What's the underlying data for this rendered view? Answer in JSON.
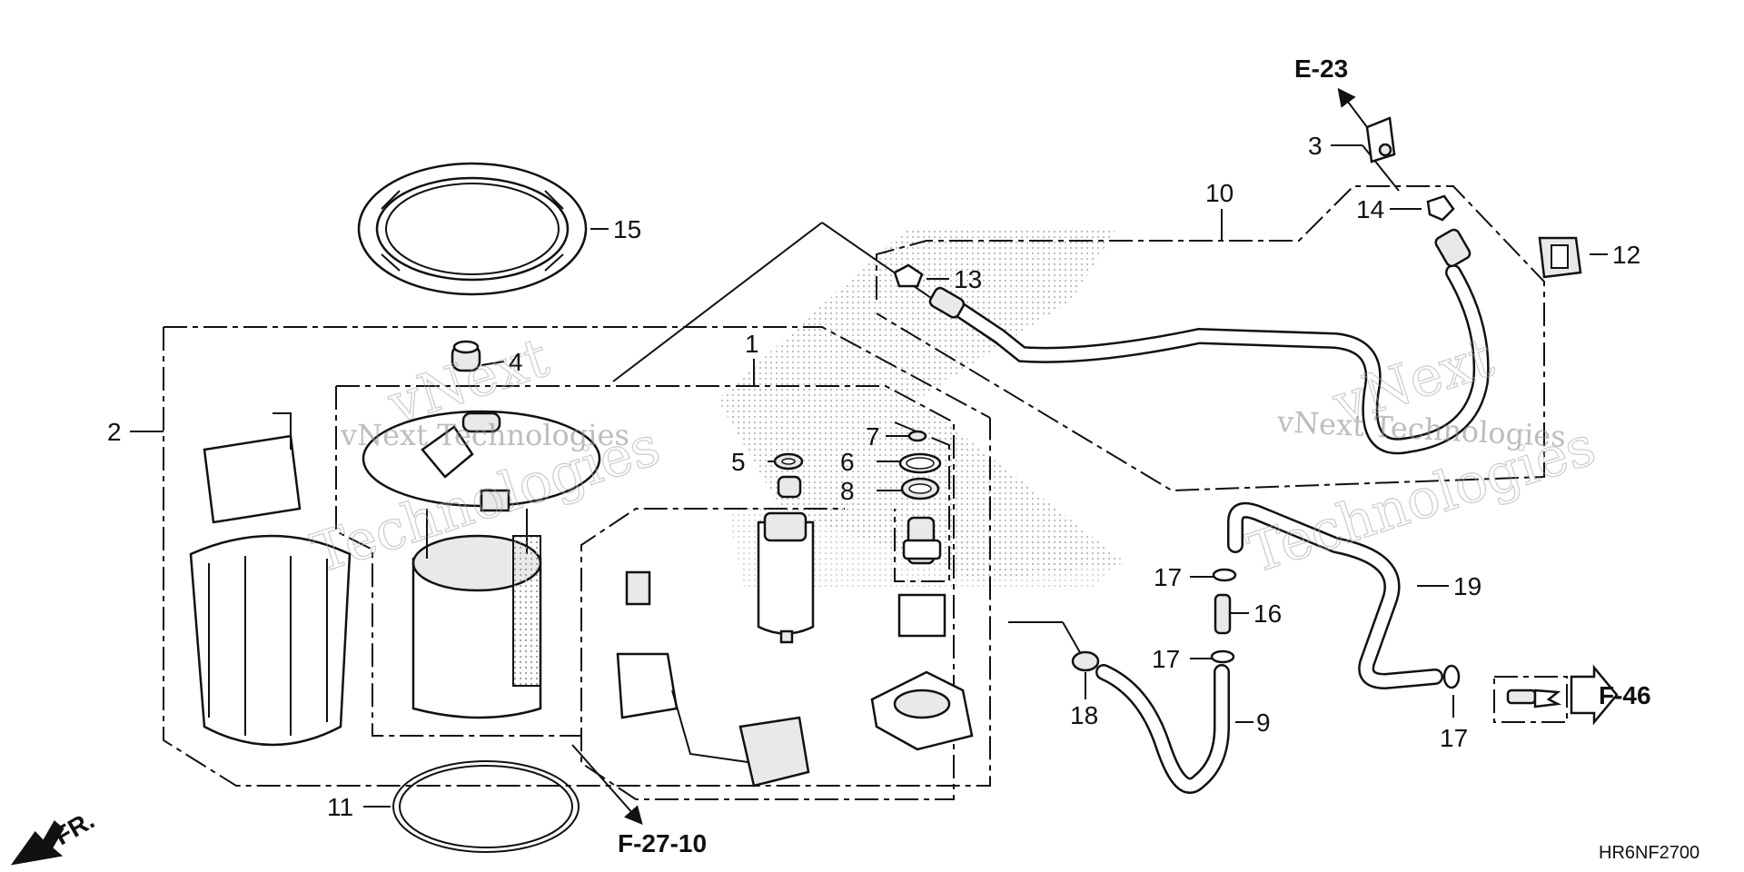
{
  "diagram": {
    "drawing_code": "HR6NF2700",
    "watermark_text": "vNext Technologies",
    "watermark_big_1": "vNext",
    "watermark_big_2": "Technologies",
    "references": {
      "e23": "E-23",
      "f2710": "F-27-10",
      "f46": "F-46",
      "front": "FR."
    },
    "callouts": {
      "c1": "1",
      "c2": "2",
      "c3": "3",
      "c4": "4",
      "c5": "5",
      "c6": "6",
      "c7": "7",
      "c8": "8",
      "c9": "9",
      "c10": "10",
      "c11": "11",
      "c12": "12",
      "c13": "13",
      "c14": "14",
      "c15": "15",
      "c16": "16",
      "c17a": "17",
      "c17b": "17",
      "c17c": "17",
      "c18": "18",
      "c19": "19"
    }
  }
}
